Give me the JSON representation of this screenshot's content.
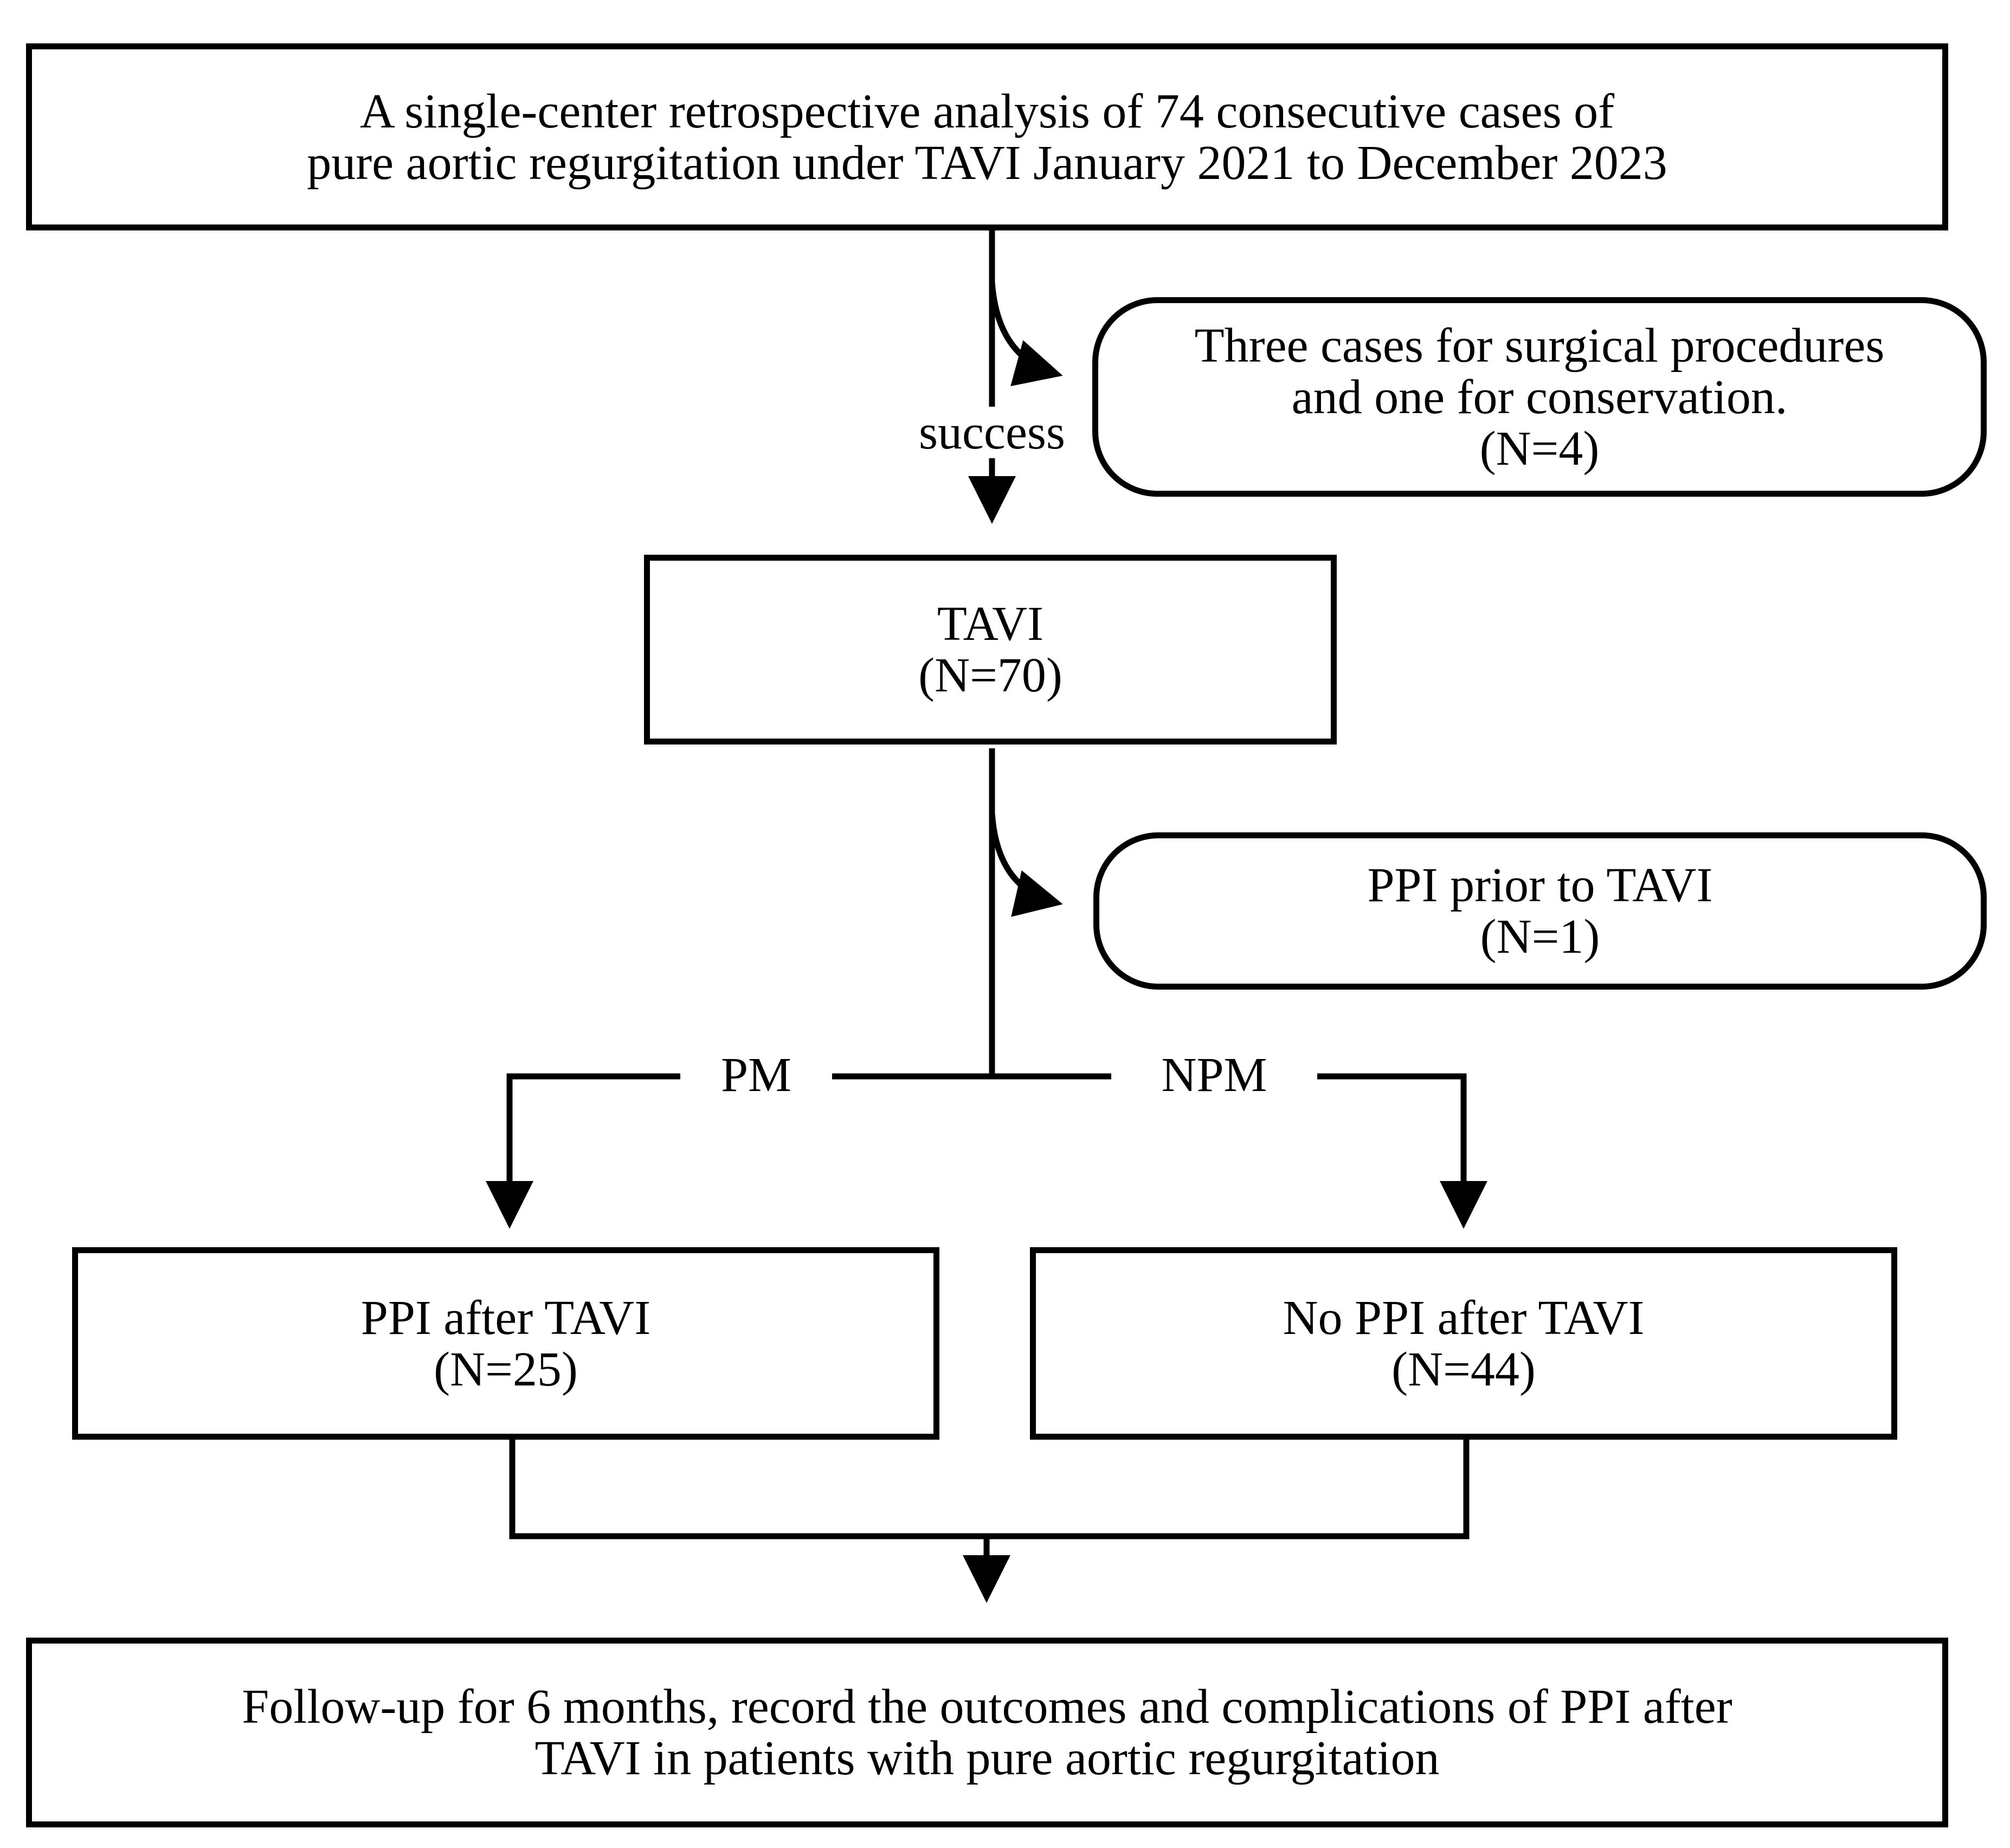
{
  "nodes": {
    "start": {
      "line1": "A single-center retrospective analysis of  74 consecutive cases of",
      "line2": "pure aortic regurgitation under TAVI January 2021 to December 2023"
    },
    "excluded_surgery": {
      "line1": "Three cases for surgical procedures",
      "line2": "and one for conservation.",
      "line3": "(N=4)"
    },
    "tavi": {
      "line1": "TAVI",
      "line2": "(N=70)"
    },
    "excluded_ppi_prior": {
      "line1": "PPI prior to TAVI",
      "line2": "(N=1)"
    },
    "ppi_after": {
      "line1": "PPI after TAVI",
      "line2": "(N=25)"
    },
    "no_ppi_after": {
      "line1": "No PPI after TAVI",
      "line2": "(N=44)"
    },
    "followup": {
      "line1": "Follow-up for 6 months, record the outcomes and complications of  PPI after",
      "line2": "TAVI in patients with pure aortic regurgitation"
    }
  },
  "edges": {
    "success": "success",
    "pm": "PM",
    "npm": "NPM"
  }
}
